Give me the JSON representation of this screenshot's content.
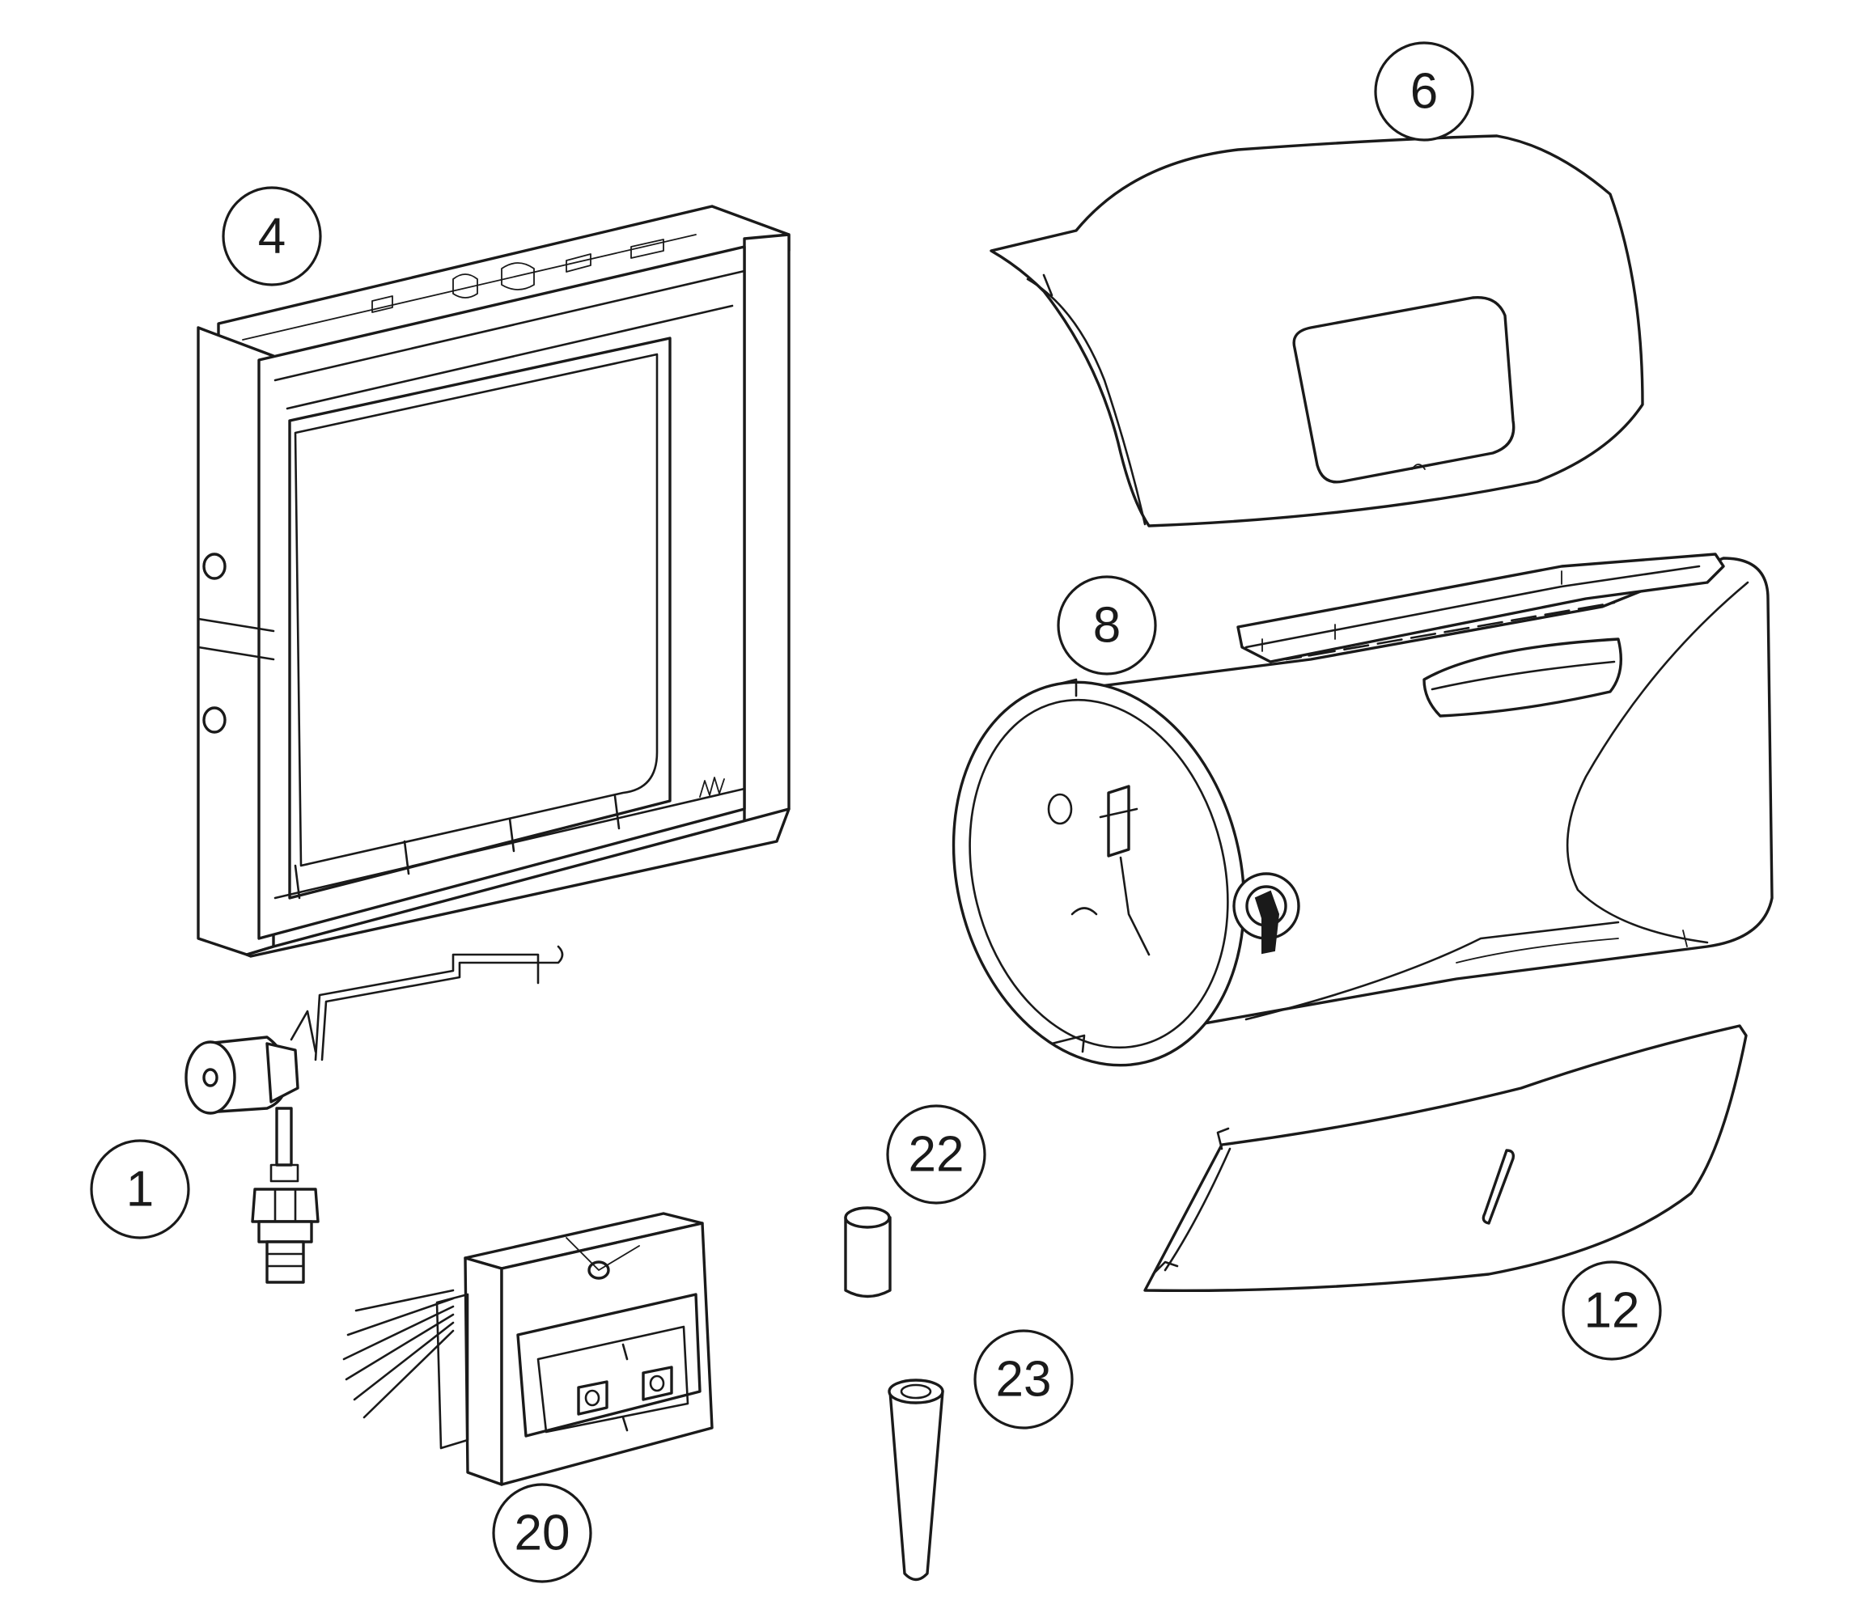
{
  "callouts": {
    "part_1": "1",
    "part_4": "4",
    "part_6": "6",
    "part_8": "8",
    "part_12": "12",
    "part_20": "20",
    "part_22": "22",
    "part_23": "23"
  },
  "colors": {
    "line": "#1a1a1a",
    "background": "#ffffff"
  }
}
